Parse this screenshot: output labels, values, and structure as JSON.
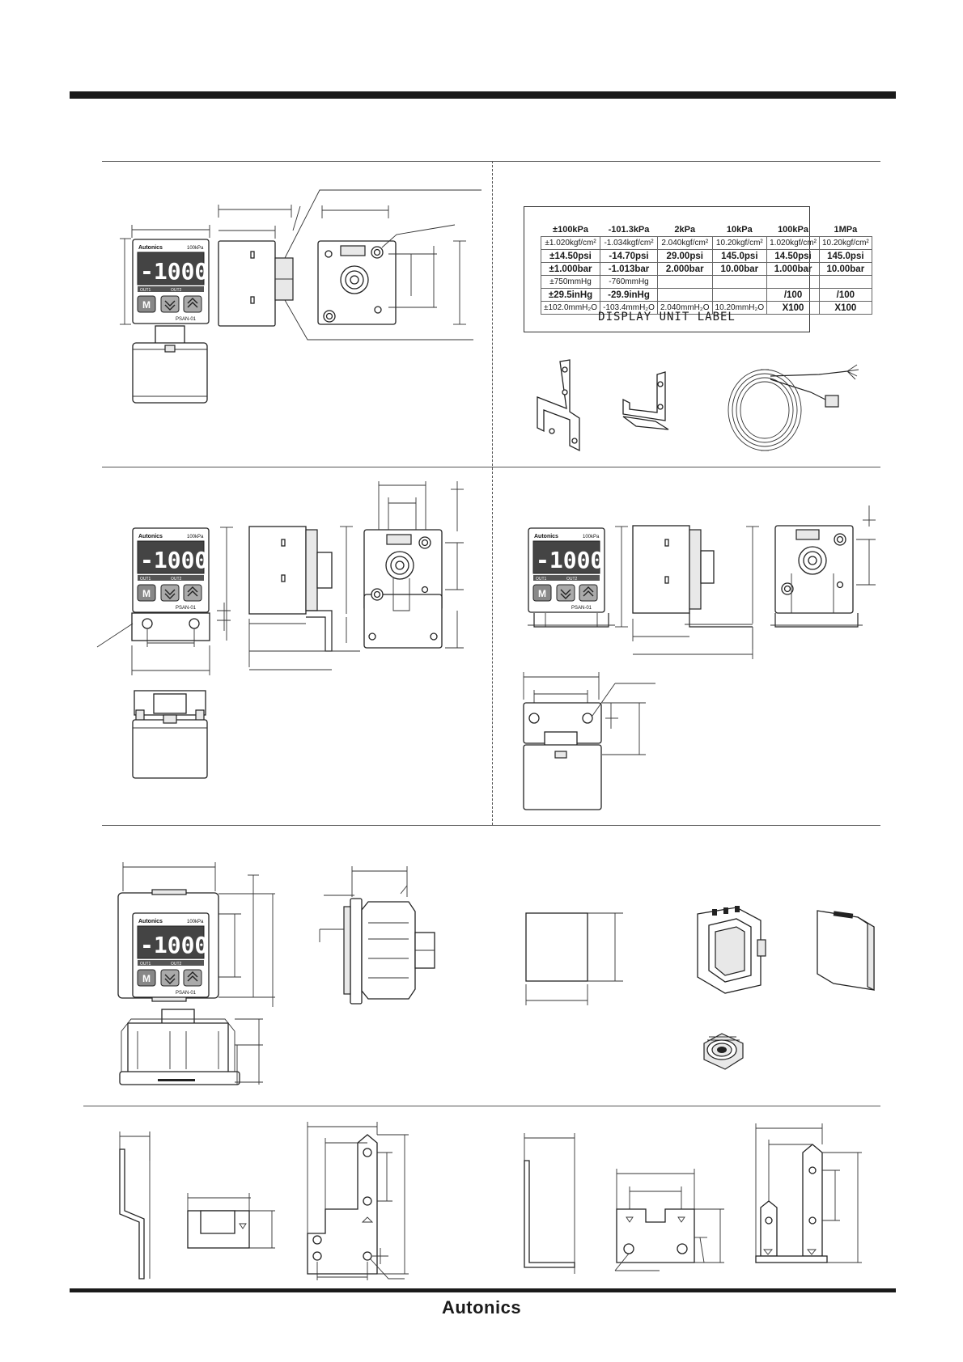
{
  "brand": "Autonics",
  "device": {
    "brand": "Autonics",
    "range_label": "100kPa",
    "display_value": "-1000",
    "out1": "OUT1",
    "out2": "OUT2",
    "mode_key": "M",
    "model": "PSAN-01"
  },
  "unit_label": {
    "caption": "DISPLAY UNIT LABEL",
    "headers": [
      "±100kPa",
      "-101.3kPa",
      "2kPa",
      "10kPa",
      "100kPa",
      "1MPa"
    ],
    "rows": [
      [
        "±1.020kgf/cm²",
        "-1.034kgf/cm²",
        "2.040kgf/cm²",
        "10.20kgf/cm²",
        "1.020kgf/cm²",
        "10.20kgf/cm²"
      ],
      [
        "±14.50psi",
        "-14.70psi",
        "29.00psi",
        "145.0psi",
        "14.50psi",
        "145.0psi"
      ],
      [
        "±1.000bar",
        "-1.013bar",
        "2.000bar",
        "10.00bar",
        "1.000bar",
        "10.00bar"
      ],
      [
        "±750mmHg",
        "-760mmHg",
        "",
        "",
        "",
        ""
      ],
      [
        "±29.5inHg",
        "-29.9inHg",
        "",
        "",
        "/100",
        "/100"
      ],
      [
        "±102.0mmH₂O",
        "-103.4mmH₂O",
        "2.040mmH₂O",
        "10.20mmH₂O",
        "X100",
        "X100"
      ]
    ]
  },
  "colors": {
    "line": "#222222",
    "bar": "#1a1a1a"
  }
}
